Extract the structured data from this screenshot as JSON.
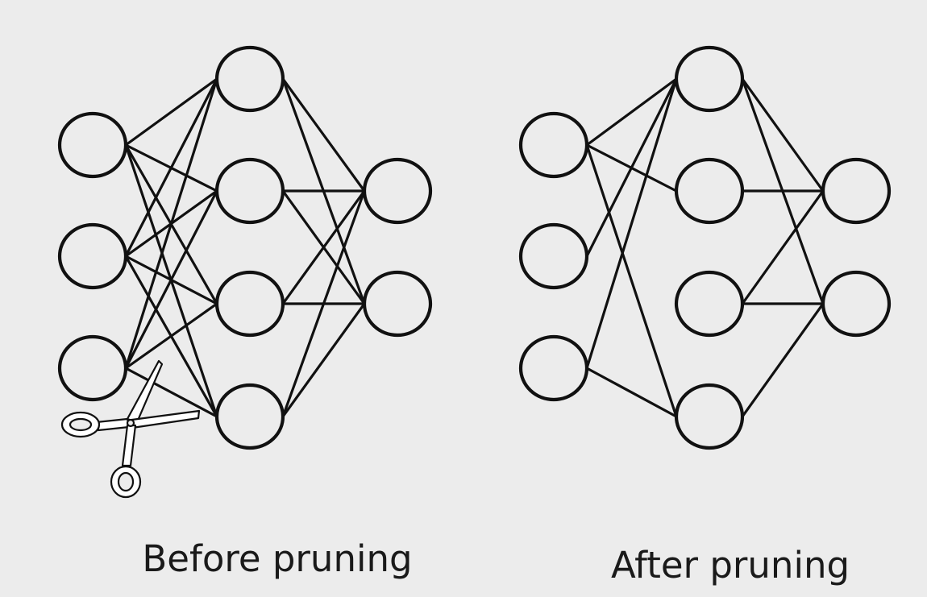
{
  "captions": {
    "before": "Before pruning",
    "after": "After pruning"
  },
  "colors": {
    "background": "#ececec",
    "stroke": "#111111",
    "text": "#1a1a1a"
  },
  "icons": {
    "cut_tool": "scissors-icon"
  },
  "networks": {
    "before": {
      "layers": [
        3,
        4,
        2
      ],
      "connections": [
        [
          "i0",
          "h0"
        ],
        [
          "i0",
          "h1"
        ],
        [
          "i0",
          "h2"
        ],
        [
          "i0",
          "h3"
        ],
        [
          "i1",
          "h0"
        ],
        [
          "i1",
          "h1"
        ],
        [
          "i1",
          "h2"
        ],
        [
          "i1",
          "h3"
        ],
        [
          "i2",
          "h0"
        ],
        [
          "i2",
          "h1"
        ],
        [
          "i2",
          "h2"
        ],
        [
          "i2",
          "h3"
        ],
        [
          "h0",
          "o0"
        ],
        [
          "h0",
          "o1"
        ],
        [
          "h1",
          "o0"
        ],
        [
          "h1",
          "o1"
        ],
        [
          "h2",
          "o0"
        ],
        [
          "h2",
          "o1"
        ],
        [
          "h3",
          "o0"
        ],
        [
          "h3",
          "o1"
        ]
      ]
    },
    "after": {
      "layers": [
        3,
        4,
        2
      ],
      "connections": [
        [
          "i0",
          "h0"
        ],
        [
          "i0",
          "h1"
        ],
        [
          "i0",
          "h3"
        ],
        [
          "i1",
          "h0"
        ],
        [
          "i2",
          "h0"
        ],
        [
          "i2",
          "h3"
        ],
        [
          "h0",
          "o0"
        ],
        [
          "h0",
          "o1"
        ],
        [
          "h1",
          "o0"
        ],
        [
          "h2",
          "o0"
        ],
        [
          "h2",
          "o1"
        ],
        [
          "h3",
          "o1"
        ]
      ]
    }
  }
}
